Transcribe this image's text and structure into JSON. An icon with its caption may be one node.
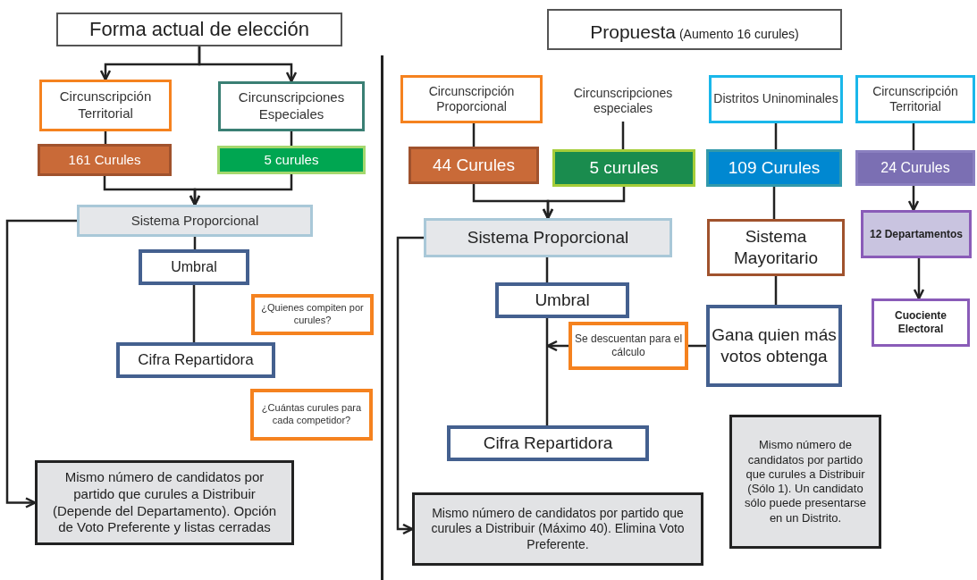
{
  "diagram": {
    "nodes": [
      {
        "text": [
          "Forma actual de elección"
        ]
      },
      {
        "text": [
          "Circunscripción Territorial"
        ]
      },
      {
        "text": [
          "Circunscripciones Especiales"
        ]
      },
      {
        "text": [
          "161 Curules"
        ]
      },
      {
        "text": [
          "5 curules"
        ]
      },
      {
        "text": [
          "Sistema Proporcional"
        ]
      },
      {
        "text": [
          "Umbral"
        ]
      },
      {
        "text": [
          "¿Quienes compiten por curules?"
        ]
      },
      {
        "text": [
          "Cifra Repartidora"
        ]
      },
      {
        "text": [
          "¿Cuántas curules para cada competidor?"
        ]
      },
      {
        "text": [
          "Mismo número de candidatos por partido que curules a Distribuir (Depende del  Departamento). Opción de Voto Preferente y listas cerradas"
        ]
      },
      {
        "text": [
          "Propuesta",
          "(Aumento 16 curules)"
        ]
      },
      {
        "text": [
          "Circunscripción Proporcional"
        ]
      },
      {
        "text": [
          "Circunscripciones especiales"
        ]
      },
      {
        "text": [
          "44 Curules"
        ]
      },
      {
        "text": [
          "5 curules"
        ]
      },
      {
        "text": [
          "Distritos Uninominales"
        ]
      },
      {
        "text": [
          "Circunscripción Territorial"
        ]
      },
      {
        "text": [
          "109 Curules"
        ]
      },
      {
        "text": [
          "24 Curules"
        ]
      },
      {
        "text": [
          "Sistema Proporcional"
        ]
      },
      {
        "text": [
          "Sistema Mayoritario"
        ]
      },
      {
        "text": [
          "12 Departamentos"
        ]
      },
      {
        "text": [
          "Umbral"
        ]
      },
      {
        "text": [
          "Se descuentan para el cálculo"
        ]
      },
      {
        "text": [
          "Gana quien más votos obtenga"
        ]
      },
      {
        "text": [
          "Cuociente Electoral"
        ]
      },
      {
        "text": [
          "Cifra Repartidora"
        ]
      },
      {
        "text": [
          "Mismo número de candidatos por partido que curules a Distribuir (Máximo 40). Elimina Voto Preferente."
        ]
      },
      {
        "text": [
          "Mismo número de candidatos por partido que curules a Distribuir (Sólo 1). Un candidato sólo puede presentarse en un Distrito."
        ]
      }
    ],
    "edges": [
      {
        "from": 0,
        "to": 1,
        "arrow": "to"
      },
      {
        "from": 0,
        "to": 2,
        "arrow": "to"
      },
      {
        "from": 1,
        "to": 3,
        "arrow": "none"
      },
      {
        "from": 2,
        "to": 4,
        "arrow": "none"
      },
      {
        "from": 3,
        "to": 5,
        "arrow": "to"
      },
      {
        "from": 4,
        "to": 5,
        "arrow": "to"
      },
      {
        "from": 5,
        "to": 6,
        "arrow": "none"
      },
      {
        "from": 6,
        "to": 8,
        "arrow": "none"
      },
      {
        "from": 5,
        "to": 10,
        "arrow": "to"
      },
      {
        "from": 12,
        "to": 14,
        "arrow": "none"
      },
      {
        "from": 13,
        "to": 15,
        "arrow": "none"
      },
      {
        "from": 14,
        "to": 20,
        "arrow": "to"
      },
      {
        "from": 15,
        "to": 20,
        "arrow": "to"
      },
      {
        "from": 16,
        "to": 18,
        "arrow": "none"
      },
      {
        "from": 18,
        "to": 21,
        "arrow": "none"
      },
      {
        "from": 21,
        "to": 25,
        "arrow": "none"
      },
      {
        "from": 17,
        "to": 19,
        "arrow": "none"
      },
      {
        "from": 19,
        "to": 22,
        "arrow": "to"
      },
      {
        "from": 22,
        "to": 26,
        "arrow": "to"
      },
      {
        "from": 20,
        "to": 23,
        "arrow": "none"
      },
      {
        "from": 23,
        "to": 27,
        "arrow": "none"
      },
      {
        "from": 25,
        "to": 24,
        "arrow": "none"
      },
      {
        "from": 24,
        "to": null,
        "arrow": "to"
      },
      {
        "from": 20,
        "to": 28,
        "arrow": "to"
      }
    ]
  }
}
